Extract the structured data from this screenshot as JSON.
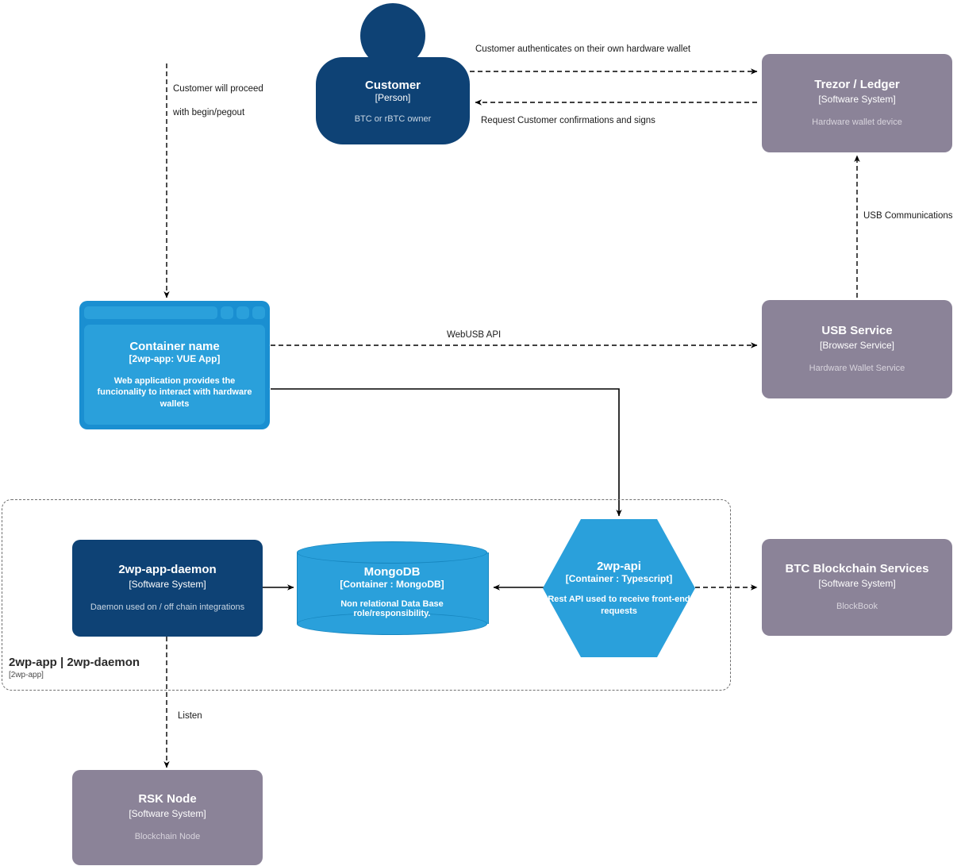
{
  "diagram": {
    "type": "c4-container-diagram",
    "boundary": {
      "title": "2wp-app | 2wp-daemon",
      "type": "[2wp-app]"
    }
  },
  "nodes": {
    "customer": {
      "title": "Customer",
      "type": "[Person]",
      "desc": "BTC or rBTC owner",
      "shape": "person",
      "color": "#0e4275"
    },
    "trezor": {
      "title": "Trezor / Ledger",
      "type": "[Software System]",
      "desc": "Hardware wallet device",
      "shape": "box",
      "color": "#8b8398"
    },
    "webapp": {
      "title": "Container name",
      "type": "[2wp-app: VUE App]",
      "desc": "Web application provides the funcionality to interact with hardware wallets",
      "shape": "browser-window",
      "color": "#2aa0db"
    },
    "usbservice": {
      "title": "USB Service",
      "type": "[Browser Service]",
      "desc": "Hardware Wallet Service",
      "shape": "box",
      "color": "#8b8398"
    },
    "daemon": {
      "title": "2wp-app-daemon",
      "type": "[Software System]",
      "desc": "Daemon used on / off chain integrations",
      "shape": "box",
      "color": "#0e4275"
    },
    "mongodb": {
      "title": "MongoDB",
      "type": "[Container : MongoDB]",
      "desc": "Non relational Data Base role/responsibility.",
      "shape": "cylinder",
      "color": "#2aa0db"
    },
    "api": {
      "title": "2wp-api",
      "type": "[Container : Typescript]",
      "desc": "Rest API used to receive front-end requests",
      "shape": "hexagon",
      "color": "#2aa0db"
    },
    "btcservices": {
      "title": "BTC Blockchain Services",
      "type": "[Software System]",
      "desc": "BlockBook",
      "shape": "box",
      "color": "#8b8398"
    },
    "rsknode": {
      "title": "RSK Node",
      "type": "[Software System]",
      "desc": "Blockchain Node",
      "shape": "box",
      "color": "#8b8398"
    }
  },
  "edges": {
    "auth": {
      "label": "Customer authenticates on their own hardware wallet",
      "style": "dashed",
      "from": "customer",
      "to": "trezor"
    },
    "confirm": {
      "label": "Request Customer confirmations and signs",
      "style": "dashed",
      "from": "trezor",
      "to": "customer"
    },
    "proceed1": {
      "label": "Customer will proceed",
      "style": "dashed",
      "from": "customer",
      "to": "webapp"
    },
    "proceed2": {
      "label": "with begin/pegout",
      "style": "dashed",
      "from": "customer",
      "to": "webapp"
    },
    "webusb": {
      "label": "WebUSB API",
      "style": "dashed",
      "from": "webapp",
      "to": "usbservice"
    },
    "usbcomm": {
      "label": "USB Communications",
      "style": "dashed",
      "from": "usbservice",
      "to": "trezor"
    },
    "listen": {
      "label": "Listen",
      "style": "dashed",
      "from": "daemon",
      "to": "rsknode"
    },
    "webapp_api": {
      "label": "",
      "style": "solid",
      "from": "webapp",
      "to": "api"
    },
    "daemon_mongo": {
      "label": "",
      "style": "solid",
      "from": "daemon",
      "to": "mongodb"
    },
    "api_mongo": {
      "label": "",
      "style": "solid",
      "from": "api",
      "to": "mongodb"
    },
    "api_btc": {
      "label": "",
      "style": "dashed",
      "from": "api",
      "to": "btcservices"
    }
  }
}
